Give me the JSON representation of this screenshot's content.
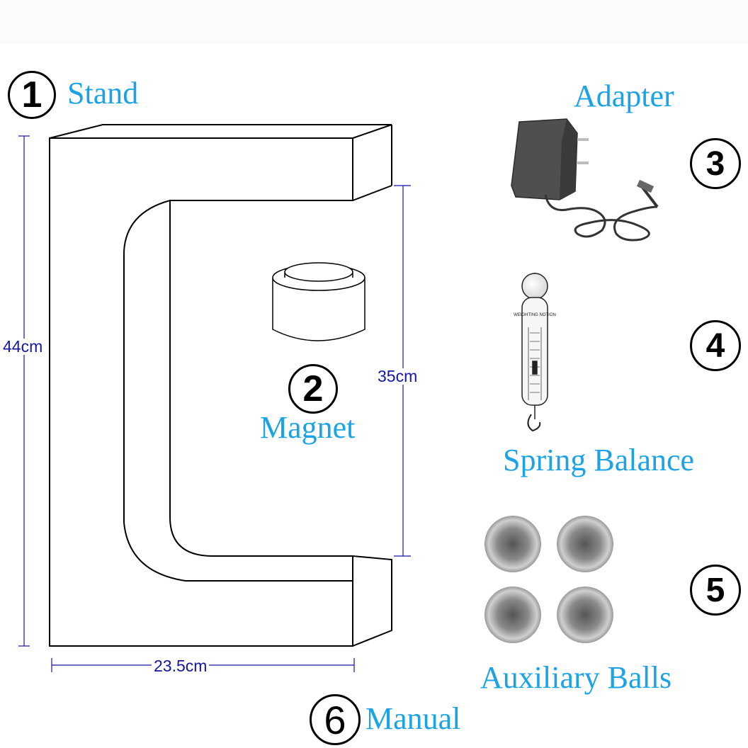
{
  "items": {
    "stand": {
      "number": "1",
      "label": "Stand"
    },
    "magnet": {
      "number": "2",
      "label": "Magnet"
    },
    "adapter": {
      "number": "3",
      "label": "Adapter"
    },
    "spring": {
      "number": "4",
      "label": "Spring Balance",
      "scale_title": "WEIGHTING NOTION"
    },
    "balls": {
      "number": "5",
      "label": "Auxiliary Balls"
    },
    "manual": {
      "number": "6",
      "label": "Manual"
    }
  },
  "dimensions": {
    "height": "44cm",
    "gap": "35cm",
    "width": "23.5cm"
  },
  "colors": {
    "label": "#1ba3e6",
    "dimension": "#1515a8",
    "outline": "#000000"
  }
}
